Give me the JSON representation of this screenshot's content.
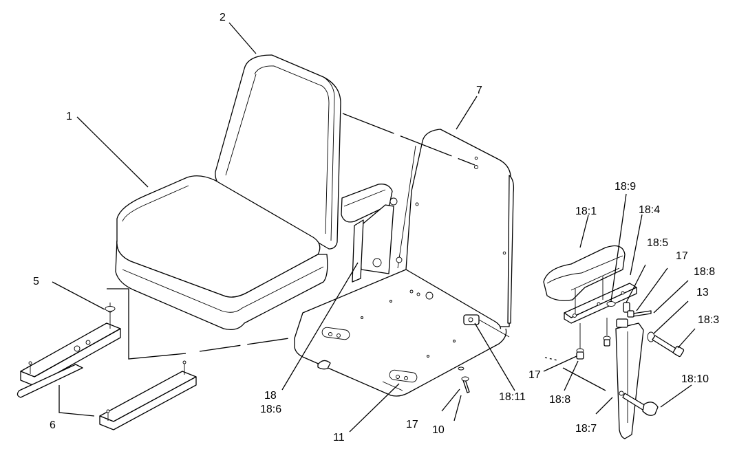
{
  "callouts": [
    {
      "id": "1",
      "text": "1"
    },
    {
      "id": "2",
      "text": "2"
    },
    {
      "id": "5",
      "text": "5"
    },
    {
      "id": "6",
      "text": "6"
    },
    {
      "id": "7",
      "text": "7"
    },
    {
      "id": "10",
      "text": "10"
    },
    {
      "id": "11",
      "text": "11"
    },
    {
      "id": "13",
      "text": "13"
    },
    {
      "id": "17a",
      "text": "17"
    },
    {
      "id": "17b",
      "text": "17"
    },
    {
      "id": "17c",
      "text": "17"
    },
    {
      "id": "18",
      "text": "18"
    },
    {
      "id": "18-6",
      "text": "18:6"
    },
    {
      "id": "18-1",
      "text": "18:1"
    },
    {
      "id": "18-3",
      "text": "18:3"
    },
    {
      "id": "18-4",
      "text": "18:4"
    },
    {
      "id": "18-5",
      "text": "18:5"
    },
    {
      "id": "18-7",
      "text": "18:7"
    },
    {
      "id": "18-8a",
      "text": "18:8"
    },
    {
      "id": "18-8b",
      "text": "18:8"
    },
    {
      "id": "18-9",
      "text": "18:9"
    },
    {
      "id": "18-10",
      "text": "18:10"
    },
    {
      "id": "18-11",
      "text": "18:11"
    }
  ]
}
